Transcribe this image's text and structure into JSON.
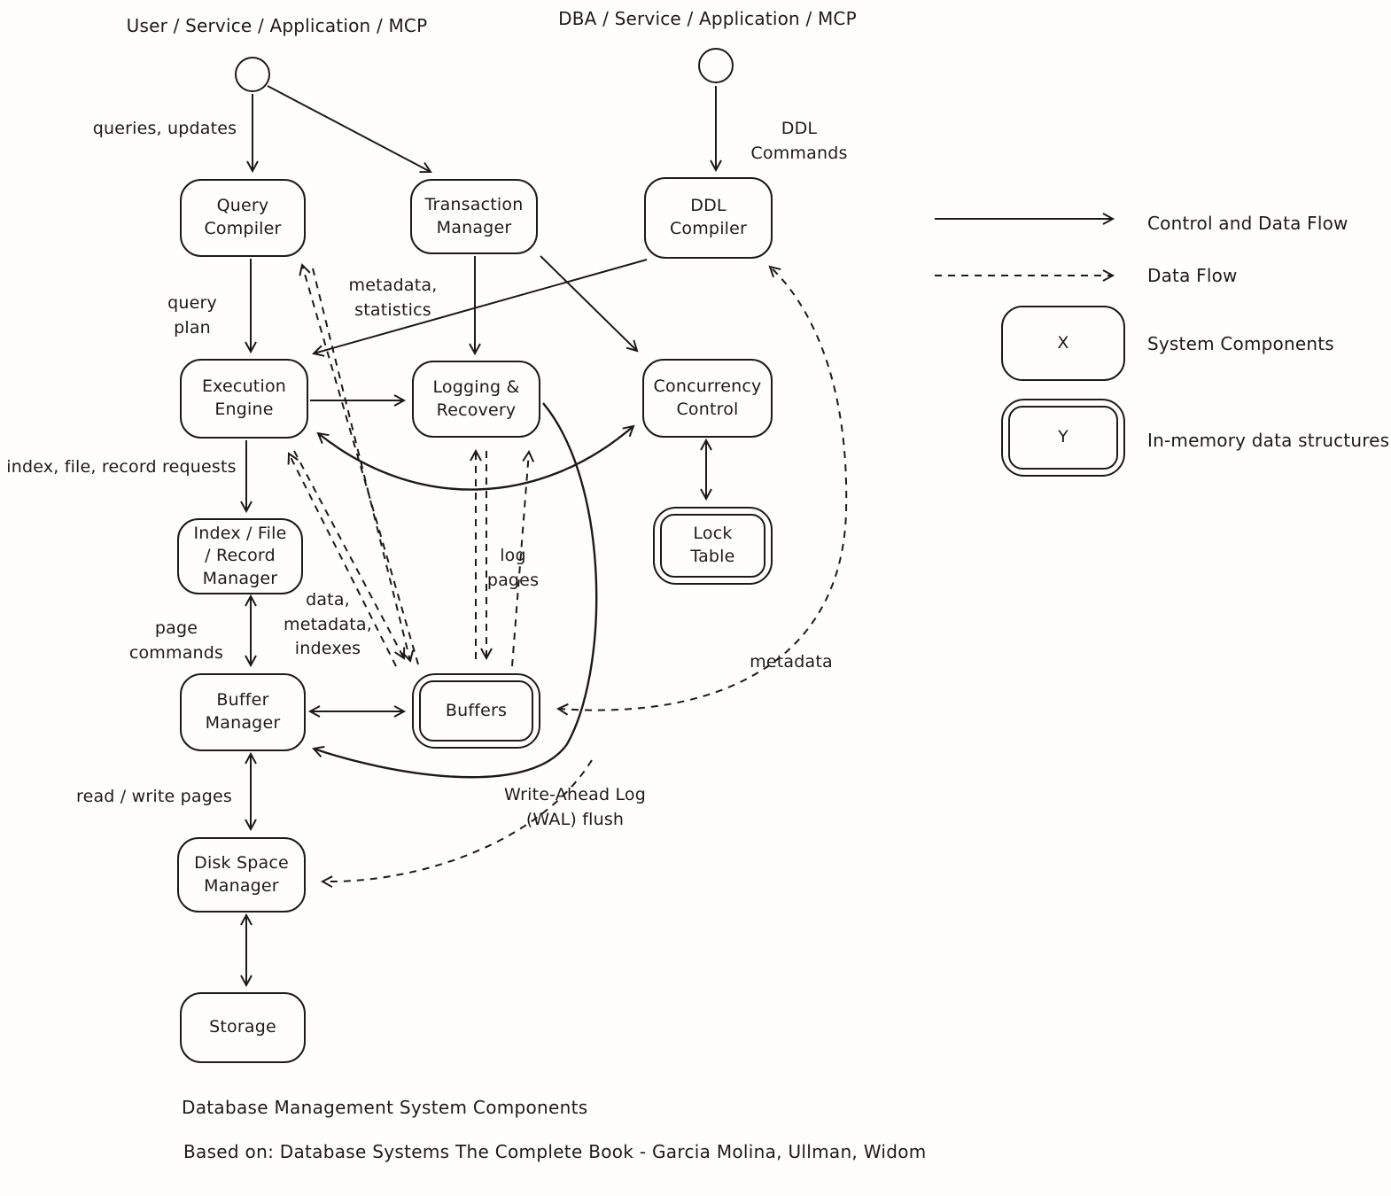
{
  "title": "Database Management System Components",
  "subtitle": "Based on: Database Systems The Complete Book - Garcia Molina, Ullman, Widom",
  "actors": {
    "user": {
      "label": "User / Service / Application / MCP"
    },
    "dba": {
      "label": "DBA / Service / Application / MCP"
    }
  },
  "nodes": {
    "query_compiler": {
      "label": "Query\nCompiler"
    },
    "transaction_manager": {
      "label": "Transaction\nManager"
    },
    "ddl_compiler": {
      "label": "DDL\nCompiler"
    },
    "execution_engine": {
      "label": "Execution\nEngine"
    },
    "logging_recovery": {
      "label": "Logging &\nRecovery"
    },
    "concurrency_control": {
      "label": "Concurrency\nControl"
    },
    "lock_table": {
      "label": "Lock\nTable"
    },
    "index_file_record_manager": {
      "label": "Index / File\n/ Record\nManager"
    },
    "buffer_manager": {
      "label": "Buffer\nManager"
    },
    "buffers": {
      "label": "Buffers"
    },
    "disk_space_manager": {
      "label": "Disk Space\nManager"
    },
    "storage": {
      "label": "Storage"
    }
  },
  "edge_labels": {
    "queries_updates": "queries, updates",
    "ddl_commands": "DDL Commands",
    "query_plan": "query plan",
    "metadata_statistics": "metadata,\nstatistics",
    "index_file_record_requests": "index, file, record requests",
    "page_commands": "page commands",
    "data_metadata_indexes": "data,\nmetadata,\nindexes",
    "log_pages": "log\npages",
    "metadata": "metadata",
    "read_write_pages": "read / write pages",
    "wal_flush": "Write-Ahead Log\n(WAL) flush"
  },
  "legend": {
    "control_data_flow": "Control and Data Flow",
    "data_flow": "Data Flow",
    "system_components": "System Components",
    "system_components_symbol": "X",
    "in_memory": "In-memory data structures",
    "in_memory_symbol": "Y"
  },
  "colors": {
    "ink": "#1b1b1b",
    "background": "#fffefc"
  }
}
